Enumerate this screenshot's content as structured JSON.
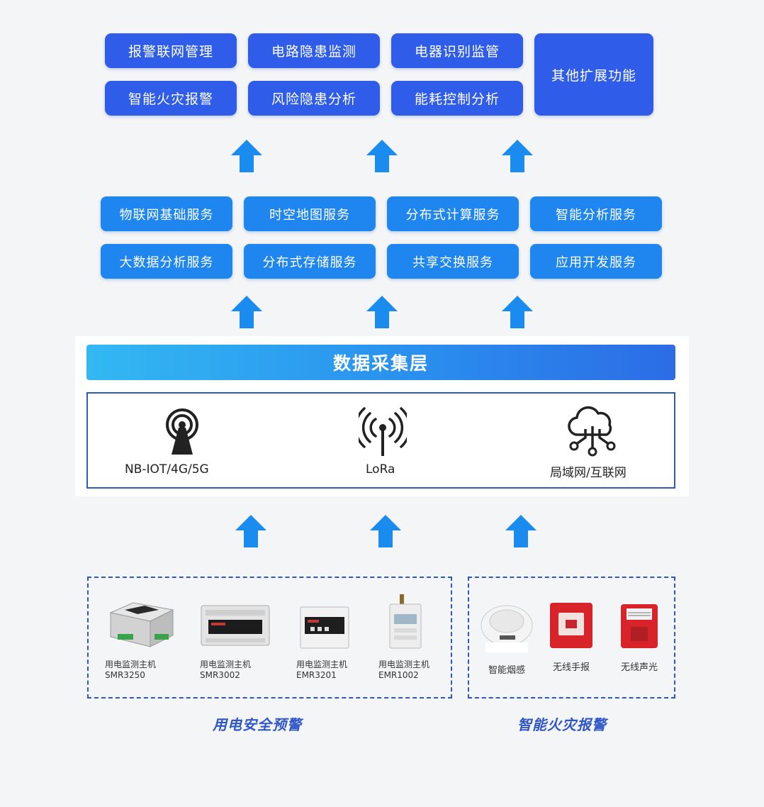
{
  "applications": {
    "row1": [
      "报警联网管理",
      "电路隐患监测",
      "电器识别监管"
    ],
    "row2": [
      "智能火灾报警",
      "风险隐患分析",
      "能耗控制分析"
    ],
    "other": "其他扩展功能"
  },
  "services": {
    "row1": [
      "物联网基础服务",
      "时空地图服务",
      "分布式计算服务",
      "智能分析服务"
    ],
    "row2": [
      "大数据分析服务",
      "分布式存储服务",
      "共享交换服务",
      "应用开发服务"
    ]
  },
  "data_layer": {
    "title": "数据采集层",
    "networks": [
      {
        "label": "NB-IOT/4G/5G",
        "icon": "cell-tower-icon"
      },
      {
        "label": "LoRa",
        "icon": "lora-antenna-icon"
      },
      {
        "label": "局域网/互联网",
        "icon": "cloud-network-icon"
      }
    ]
  },
  "electric_safety": {
    "label": "用电安全预警",
    "devices": [
      {
        "name": "用电监测主机",
        "model": "SMR3250"
      },
      {
        "name": "用电监测主机",
        "model": "SMR3002"
      },
      {
        "name": "用电监测主机",
        "model": "EMR3201"
      },
      {
        "name": "用电监测主机",
        "model": "EMR1002"
      }
    ]
  },
  "fire_alarm": {
    "label": "智能火灾报警",
    "devices": [
      {
        "name": "智能烟感"
      },
      {
        "name": "无线手报"
      },
      {
        "name": "无线声光"
      }
    ]
  },
  "colors": {
    "app_blue": "#2f5ce8",
    "service_blue": "#1f86f0",
    "arrow_blue": "#1a8cf0",
    "border_navy": "#2f5bb5"
  }
}
